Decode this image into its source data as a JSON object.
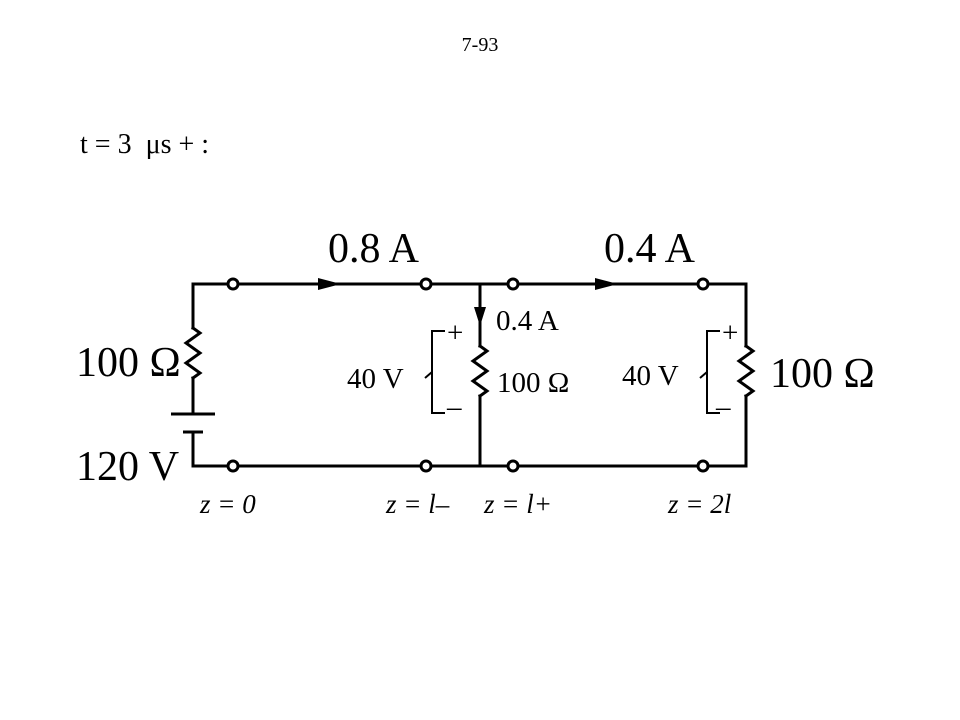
{
  "header": {
    "page_number": "7-93"
  },
  "main": {
    "time_label": "t = 3  μs + :"
  },
  "circuit": {
    "currents": {
      "left_line": "0.8 A",
      "right_line": "0.4 A",
      "shunt_branch": "0.4 A"
    },
    "source": {
      "resistance": "100 Ω",
      "voltage": "120 V"
    },
    "shunt_load": {
      "resistance": "100 Ω",
      "voltage": "40 V",
      "plus": "+",
      "minus": "–"
    },
    "end_load": {
      "resistance": "100 Ω",
      "voltage": "40 V",
      "plus": "+",
      "minus": "–"
    },
    "positions": {
      "z0": "z = 0",
      "z_l_minus": "z = l–",
      "z_l_plus": "z = l+",
      "z_2l": "z = 2l"
    }
  }
}
